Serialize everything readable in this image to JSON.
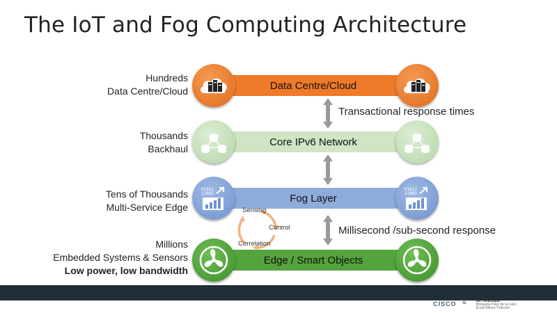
{
  "title": "The IoT and Fog Computing Architecture",
  "rows": [
    {
      "label_lines": [
        "Hundreds",
        "Data Centre/Cloud"
      ],
      "band_label": "Data Centre/Cloud",
      "color": "#ef7a29",
      "icon": "cloud-server-icon"
    },
    {
      "label_lines": [
        "Thousands",
        "Backhaul"
      ],
      "band_label": "Core IPv6 Network",
      "color": "#cfe5c4",
      "icon": "network-nodes-icon"
    },
    {
      "label_lines": [
        "Tens of Thousands",
        "Multi-Service Edge"
      ],
      "band_label": "Fog Layer",
      "color": "#8fabd9",
      "icon": "analytics-chart-icon"
    },
    {
      "label_lines": [
        "Millions",
        "Embedded Systems & Sensors",
        "Low power, low bandwidth"
      ],
      "band_label": "Edge / Smart Objects",
      "color": "#54a33c",
      "icon": "fan-icon"
    }
  ],
  "annotations": {
    "top": "Transactional response times",
    "bottom": "Millisecond /sub-second response"
  },
  "cycle": {
    "sensing": "Sensing",
    "control": "Control",
    "correlation": "Correlation"
  },
  "footer": {
    "cisco": "CISCO",
    "amp": "&",
    "imt_title": "IMT Atlantique",
    "imt_line1": "Bretagne-Pays de la Loire",
    "imt_line2": "École Mines-Télécom"
  }
}
